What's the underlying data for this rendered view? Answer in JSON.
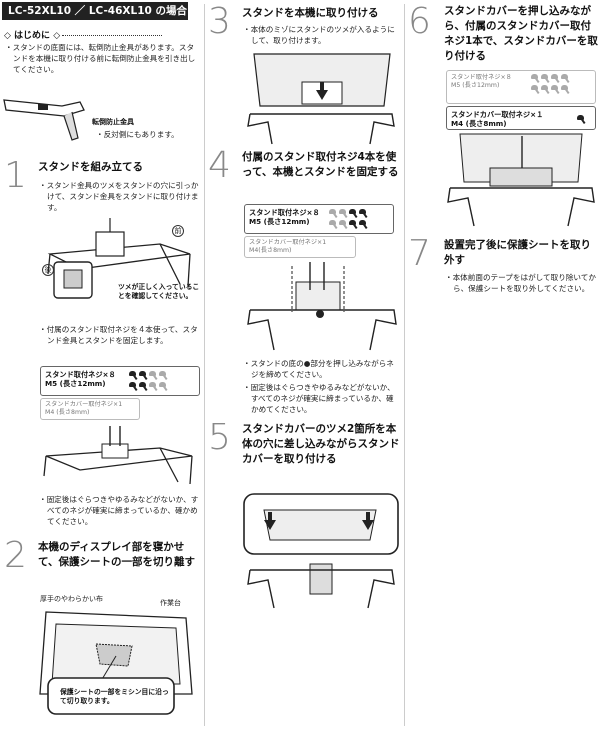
{
  "header": {
    "model_label": "LC-52XL10 ／ LC-46XL10 の場合"
  },
  "intro": {
    "heading": "◇ はじめに ◇",
    "text": "・スタンドの底面には、転倒防止金具があります。スタンドを本機に取り付ける前に転倒防止金具を引き出してください。",
    "callout_title": "転倒防止金具",
    "callout_note": "・反対側にもあります。"
  },
  "steps": [
    {
      "number": "1",
      "title": "スタンドを組み立てる",
      "bullet1": "・スタンド金具のツメをスタンドの穴に引っかけて、スタンド金具をスタンドに取り付けます。",
      "front_mark": "前",
      "back_mark": "後",
      "callout": "ツメが正しく入っていることを確認してください。",
      "bullet2": "・付属のスタンド取付ネジを４本使って、スタンド金具とスタンドを固定します。",
      "screw_box_label": "スタンド取付ネジ×８",
      "screw_box_size": "M5 (長さ12mm)",
      "cover_screw_label": "スタンドカバー取付ネジ×1",
      "cover_screw_size": "M4 (長さ8mm)",
      "bullet3": "・固定後はぐらつきやゆるみなどがないか、すべてのネジが確実に締まっているか、確かめてください。"
    },
    {
      "number": "2",
      "title": "本機のディスプレイ部を寝かせて、保護シートの一部を切り離す",
      "label_cloth": "厚手のやわらかい布",
      "label_table": "作業台",
      "callout": "保護シートの一部をミシン目に沿って切り取ります。"
    },
    {
      "number": "3",
      "title": "スタンドを本機に取り付ける",
      "bullet1": "・本体のミゾにスタンドのツメが入るようにして、取り付けます。"
    },
    {
      "number": "4",
      "title": "付属のスタンド取付ネジ4本を使って、本機とスタンドを固定する",
      "screw_box_label": "スタンド取付ネジ×８",
      "screw_box_size": "M5 (長さ12mm)",
      "cover_screw_label": "スタンドカバー取付ネジ×1",
      "cover_screw_size": "M4(長さ8mm)",
      "bullet1": "・スタンドの底の●部分を押し込みながらネジを締めてください。",
      "bullet2": "・固定後はぐらつきやゆるみなどがないか、すべてのネジが確実に締まっているか、確かめてください。"
    },
    {
      "number": "5",
      "title": "スタンドカバーのツメ2箇所を本体の穴に差し込みながらスタンドカバーを取り付ける"
    },
    {
      "number": "6",
      "title": "スタンドカバーを押し込みながら、付属のスタンドカバー取付ネジ1本で、スタンドカバーを取り付ける",
      "screw_box_label": "スタンド取付ネジ×８",
      "screw_box_size": "M5 (長さ12mm)",
      "cover_screw_label": "スタンドカバー取付ネジ×１",
      "cover_screw_size": "M4 (長さ8mm)"
    },
    {
      "number": "7",
      "title": "設置完了後に保護シートを取り外す",
      "bullet1": "・本体前面のテープをはがして取り除いてから、保護シートを取り外してください。"
    }
  ],
  "icons": [
    "screw-icon",
    "arrow-up-icon",
    "stand-illustration",
    "tv-illustration"
  ]
}
